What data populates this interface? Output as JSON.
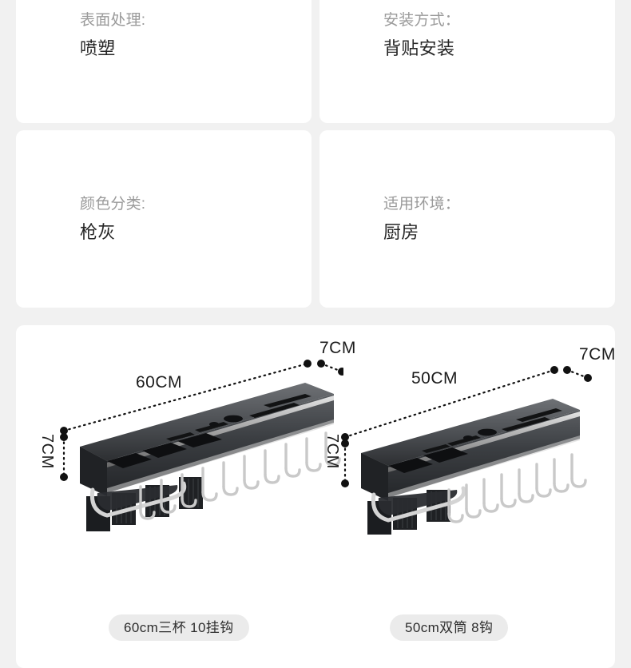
{
  "page": {
    "background_color": "#f1f1f1",
    "card_color": "#ffffff",
    "pill_color": "#ebebeb",
    "label_color": "#9a9a9a",
    "value_color": "#262626"
  },
  "spec_cards": [
    {
      "label": "表面处理:",
      "value": "喷塑"
    },
    {
      "label": "安装方式：",
      "value": "背贴安装"
    },
    {
      "label": "颜色分类:",
      "value": "枪灰"
    },
    {
      "label": "适用环境：",
      "value": "厨房"
    }
  ],
  "product_showcase": {
    "items": [
      {
        "caption": "60cm三杯 10挂钩",
        "dimensions": {
          "length": "60CM",
          "depth": "7CM",
          "height": "7CM"
        },
        "hook_count": 10,
        "cup_count": 3
      },
      {
        "caption": "50cm双筒 8钩",
        "dimensions": {
          "length": "50CM",
          "depth": "7CM",
          "height": "7CM"
        },
        "hook_count": 8,
        "cup_count": 2
      }
    ]
  }
}
